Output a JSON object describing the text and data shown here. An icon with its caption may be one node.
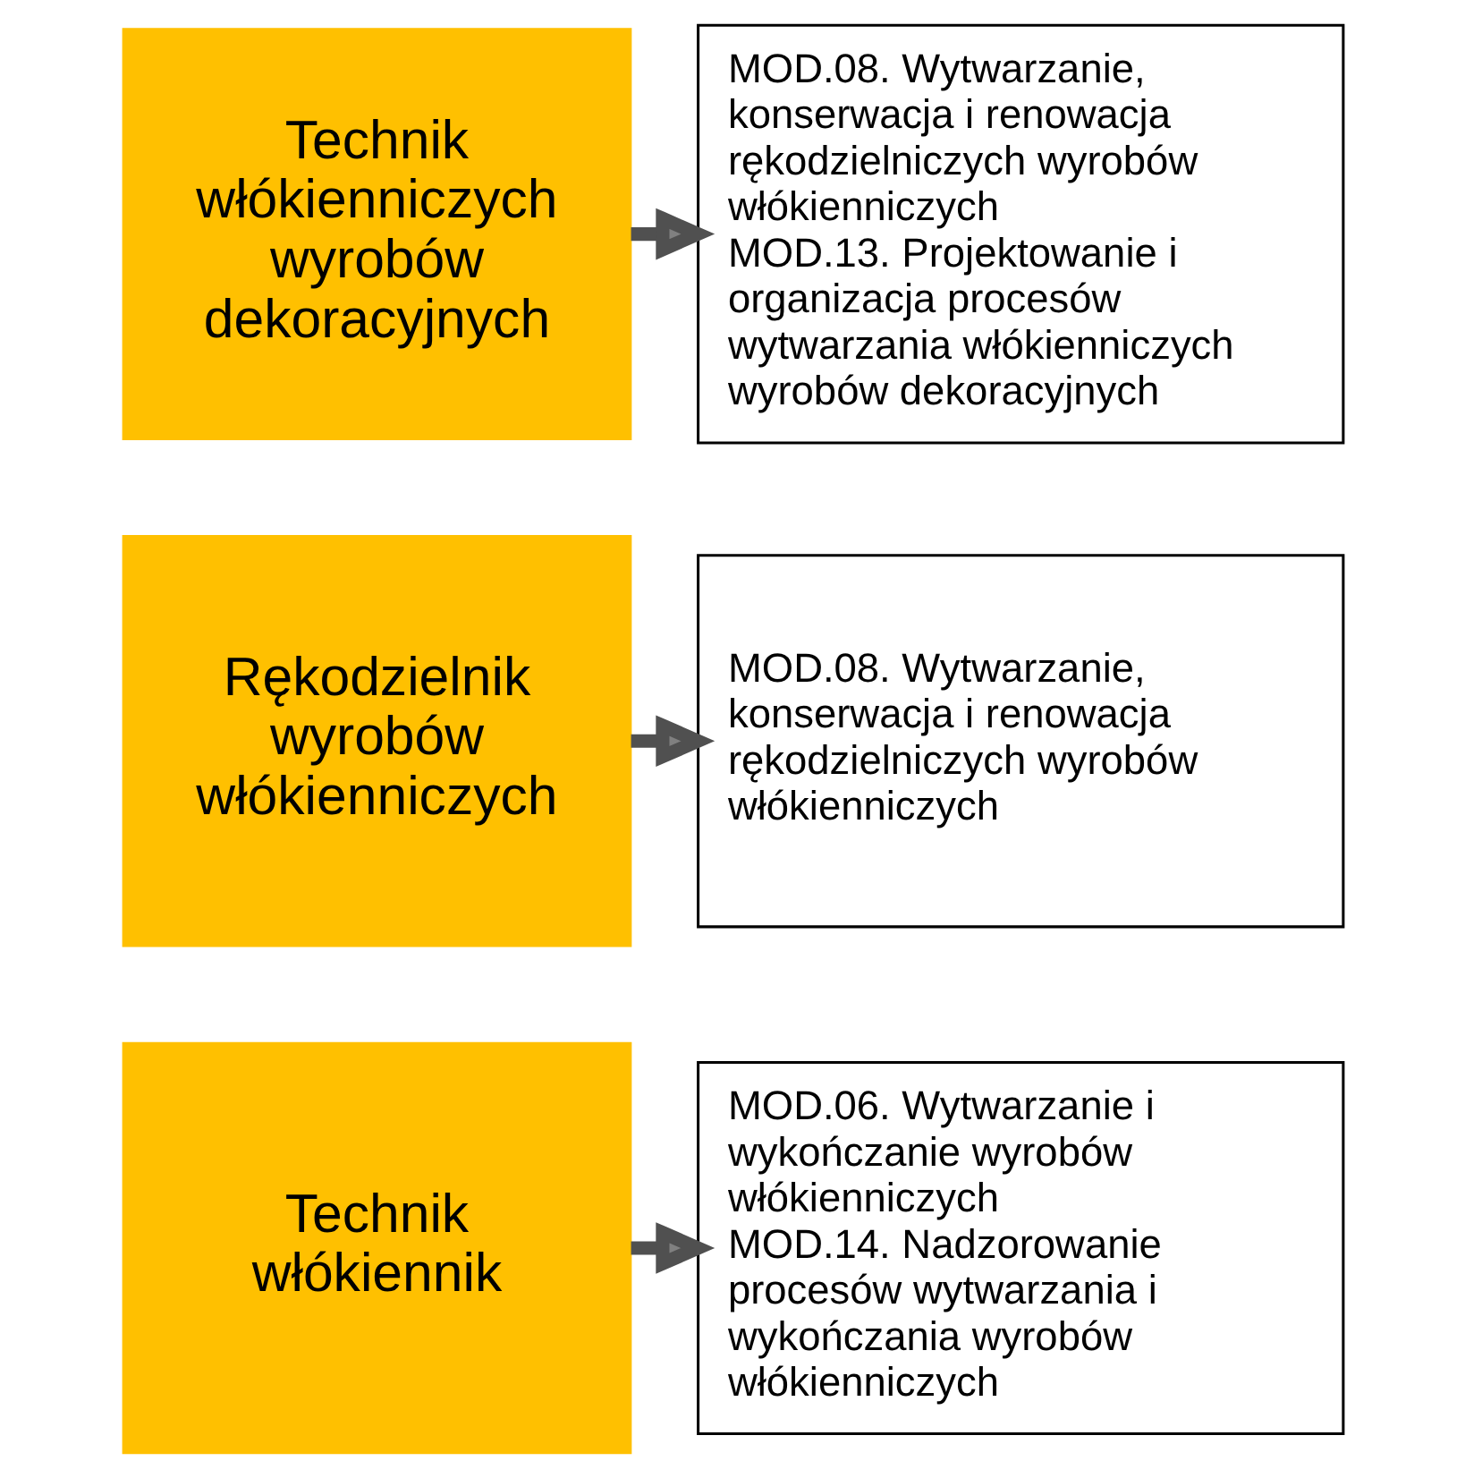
{
  "diagram": {
    "nodes": [
      {
        "text": [
          "Technik włókienniczych wyrobów dekoracyjnych"
        ]
      },
      {
        "text": [
          "MOD.08. Wytwarzanie, konserwacja i renowacja rękodzielniczych wyrobów włókienniczych",
          "MOD.13. Projektowanie i organizacja procesów wytwarzania włókienniczych wyrobów dekoracyjnych"
        ]
      },
      {
        "text": [
          "Rękodzielnik wyrobów włókienniczych"
        ]
      },
      {
        "text": [
          "MOD.08. Wytwarzanie, konserwacja i renowacja rękodzielniczych wyrobów włókienniczych"
        ]
      },
      {
        "text": [
          "Technik włókiennik"
        ]
      },
      {
        "text": [
          "MOD.06. Wytwarzanie i wykończanie wyrobów włókienniczych",
          "MOD.14. Nadzorowanie procesów wytwarzania i wykończania wyrobów włókienniczych"
        ]
      }
    ],
    "edges": [
      {
        "from": 0,
        "to": 1,
        "arrow": "to"
      },
      {
        "from": 2,
        "to": 3,
        "arrow": "to"
      },
      {
        "from": 4,
        "to": 5,
        "arrow": "to"
      }
    ]
  }
}
